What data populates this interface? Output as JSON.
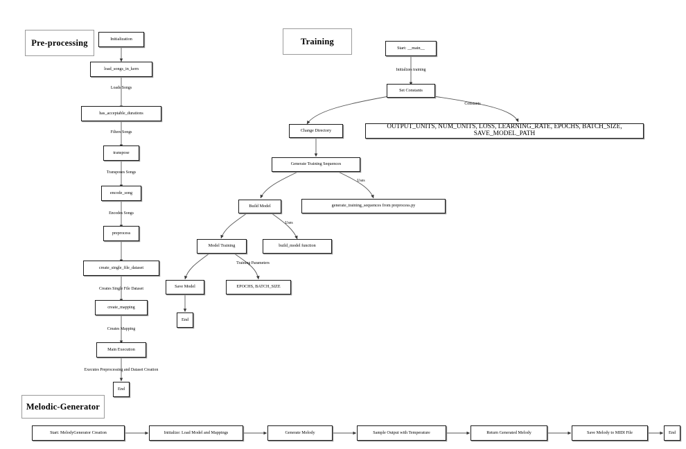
{
  "diagram": {
    "type": "flowchart",
    "title_boxes": [
      {
        "id": "preprocessing-title",
        "label": "Pre-processing"
      },
      {
        "id": "training-title",
        "label": "Training"
      },
      {
        "id": "melodic-generator-title",
        "label": "Melodic-Generator"
      }
    ],
    "sections": {
      "preprocessing": {
        "nodes": [
          {
            "id": "initialization",
            "label": "Initialization"
          },
          {
            "id": "load-songs-in-kern",
            "label": "load_songs_in_kern"
          },
          {
            "id": "has-acceptable-durations",
            "label": "has_acceptable_durations"
          },
          {
            "id": "transpose",
            "label": "transpose"
          },
          {
            "id": "encode-song",
            "label": "encode_song"
          },
          {
            "id": "preprocess",
            "label": "preprocess"
          },
          {
            "id": "create-single-file-dataset",
            "label": "create_single_file_dataset"
          },
          {
            "id": "create-mapping",
            "label": "create_mapping"
          },
          {
            "id": "main-execution",
            "label": "Main Execution"
          },
          {
            "id": "preprocessing-end",
            "label": "End"
          }
        ],
        "edge_labels": [
          {
            "id": "loads-songs",
            "label": "Loads Songs"
          },
          {
            "id": "filters-songs",
            "label": "Filters Songs"
          },
          {
            "id": "transposes-songs",
            "label": "Transposes Songs"
          },
          {
            "id": "encodes-songs",
            "label": "Encodes Songs"
          },
          {
            "id": "creates-single-file-dataset",
            "label": "Creates Single File Dataset"
          },
          {
            "id": "creates-mapping",
            "label": "Creates Mapping"
          },
          {
            "id": "executes-preprocessing",
            "label": "Executes Preprocessing and Dataset Creation"
          }
        ]
      },
      "training": {
        "nodes": [
          {
            "id": "start-main",
            "label": "Start: __main__"
          },
          {
            "id": "set-constants",
            "label": "Set Constants"
          },
          {
            "id": "constants-list",
            "label": "OUTPUT_UNITS, NUM_UNITS, LOSS, LEARNING_RATE, EPOCHS, BATCH_SIZE, SAVE_MODEL_PATH"
          },
          {
            "id": "change-directory",
            "label": "Change Directory"
          },
          {
            "id": "generate-training-sequences",
            "label": "Generate Training Sequences"
          },
          {
            "id": "generate-training-sequences-src",
            "label": "generate_training_sequences from preprocess.py"
          },
          {
            "id": "build-model",
            "label": "Build Model"
          },
          {
            "id": "build-model-function",
            "label": "build_model function"
          },
          {
            "id": "model-training",
            "label": "Model Training"
          },
          {
            "id": "epochs-batch-size",
            "label": "EPOCHS, BATCH_SIZE"
          },
          {
            "id": "save-model",
            "label": "Save Model"
          },
          {
            "id": "training-end",
            "label": "End"
          }
        ],
        "edge_labels": [
          {
            "id": "initializes-training",
            "label": "Initializes training"
          },
          {
            "id": "constants",
            "label": "Constants"
          },
          {
            "id": "uses-sequences",
            "label": "Uses"
          },
          {
            "id": "uses-build-model",
            "label": "Uses"
          },
          {
            "id": "training-parameters",
            "label": "Training Parameters"
          }
        ]
      },
      "melodic_generator": {
        "nodes": [
          {
            "id": "start-melodygenerator-creation",
            "label": "Start: MelodyGenerator Creation"
          },
          {
            "id": "initialize-load-model-and-mappings",
            "label": "Initialize: Load Model and Mappings"
          },
          {
            "id": "generate-melody",
            "label": "Generate Melody"
          },
          {
            "id": "sample-output-with-temperature",
            "label": "Sample Output with Temperature"
          },
          {
            "id": "return-generated-melody",
            "label": "Return Generated Melody"
          },
          {
            "id": "save-melody-to-midi-file",
            "label": "Save Melody to MIDI File"
          },
          {
            "id": "melodic-generator-end",
            "label": "End"
          }
        ]
      }
    },
    "colors": {
      "background": "#ffffff",
      "node_border": "#1a1a1a",
      "node_fill": "#ffffff",
      "node_shadow": "#8d8d8d",
      "edge": "#555555",
      "title_border": "#9a9a9a",
      "text": "#000000"
    }
  }
}
